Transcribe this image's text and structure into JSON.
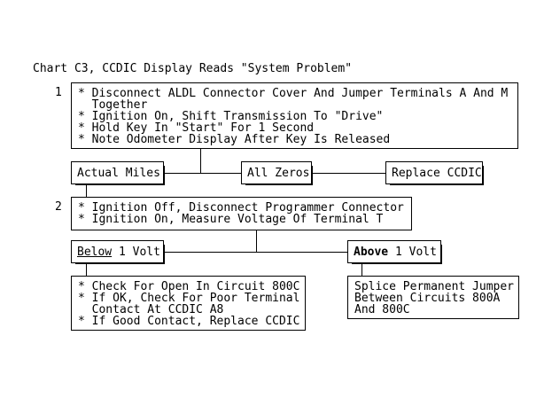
{
  "title": "Chart C3, CCDIC Display Reads \"System Problem\"",
  "colors": {
    "background": "#ffffff",
    "foreground": "#000000"
  },
  "flowchart": {
    "step1": {
      "number": "1",
      "text": "* Disconnect ALDL Connector Cover And Jumper Terminals A And M\n  Together\n* Ignition On, Shift Transmission To \"Drive\"\n* Hold Key In \"Start\" For 1 Second\n* Note Odometer Display After Key Is Released"
    },
    "outcomes_row1": [
      {
        "label": "Actual Miles"
      },
      {
        "label": "All Zeros"
      },
      {
        "label": "Replace CCDIC"
      }
    ],
    "step2": {
      "number": "2",
      "text": "* Ignition Off, Disconnect Programmer Connector\n* Ignition On, Measure Voltage Of Terminal T"
    },
    "below_volt": {
      "emphasis": "Below",
      "rest": " 1 Volt"
    },
    "above_volt": {
      "emphasis": "Above",
      "rest": " 1 Volt"
    },
    "below_action": "* Check For Open In Circuit 800C\n* If OK, Check For Poor Terminal\n  Contact At CCDIC A8\n* If Good Contact, Replace CCDIC",
    "above_action": "Splice Permanent Jumper\nBetween Circuits 800A\nAnd 800C"
  }
}
